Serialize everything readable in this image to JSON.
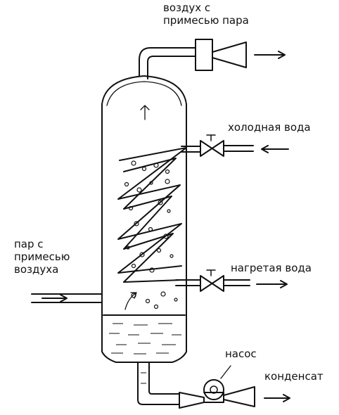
{
  "labels": {
    "air_out": "воздух с\nпримесью пара",
    "cold_water": "холодная вода",
    "steam_in": "пар с\nпримесью\nвоздуха",
    "hot_water": "нагретая вода",
    "pump": "насос",
    "condensate": "конденсат"
  },
  "colors": {
    "stroke": "#111111",
    "background": "#ffffff"
  }
}
